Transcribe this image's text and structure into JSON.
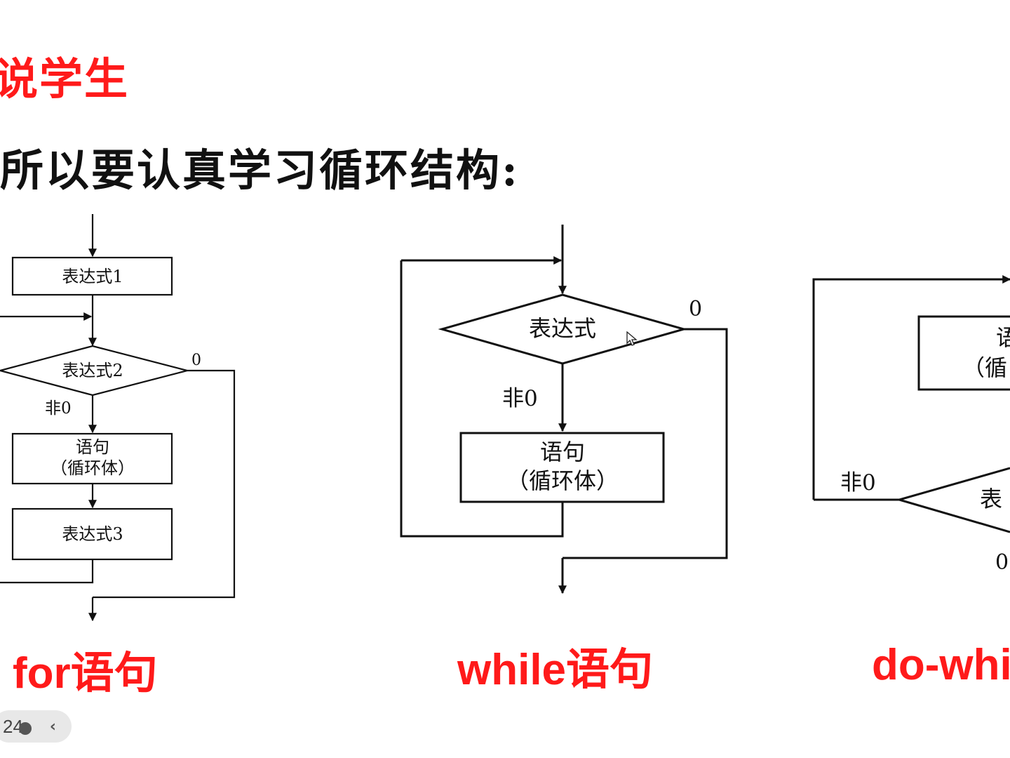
{
  "slide": {
    "heading": "说学生",
    "subtitle": "所以要认真学习循环结构:",
    "page_number": "24"
  },
  "for_diagram": {
    "expr1": "表达式1",
    "expr2": "表达式2",
    "expr3": "表达式3",
    "stmt_line1": "语句",
    "stmt_line2": "（循环体）",
    "true_label": "非0",
    "false_label": "0",
    "caption": "for语句"
  },
  "while_diagram": {
    "expr": "表达式",
    "stmt_line1": "语句",
    "stmt_line2": "（循环体）",
    "true_label": "非0",
    "false_label": "0",
    "caption": "while语句"
  },
  "dowhile_diagram": {
    "stmt_line1": "语",
    "stmt_line2": "（循",
    "expr": "表",
    "true_label": "非0",
    "false_label": "0",
    "caption": "do-whi"
  },
  "colors": {
    "accent": "#ff1a1a",
    "ink": "#111111"
  },
  "icons": {
    "pointer": "mouse-pointer-icon",
    "back": "chevron-left-icon"
  }
}
